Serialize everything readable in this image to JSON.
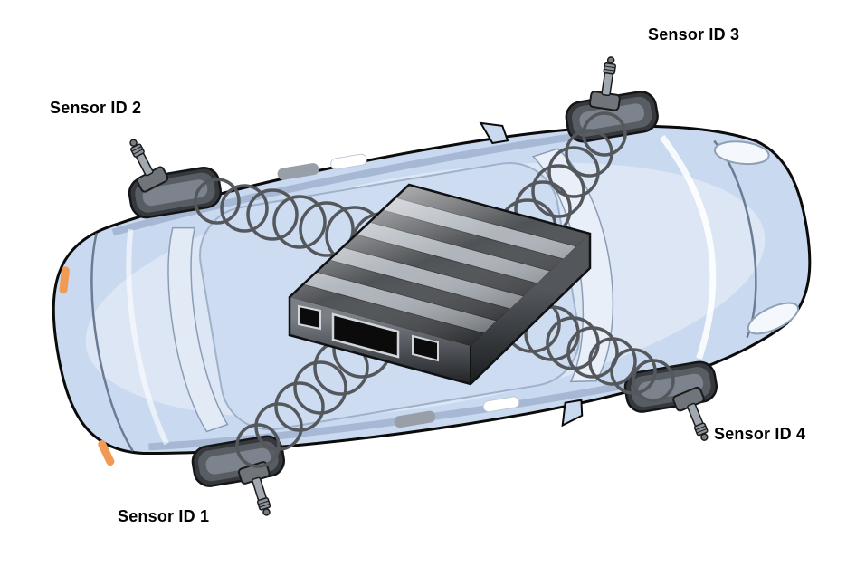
{
  "sensors": [
    {
      "label": "Sensor ID 1"
    },
    {
      "label": "Sensor ID 2"
    },
    {
      "label": "Sensor ID 3"
    },
    {
      "label": "Sensor ID 4"
    }
  ],
  "colors": {
    "background": "#ffffff",
    "car_body": "#c9d9ef",
    "car_outline": "#0b0b0b",
    "tire": "#35383d",
    "coil": "#54575b",
    "module_fin_dark": "#44474b",
    "module_fin_light": "#aab0b7",
    "connector": "#0b0b0c",
    "side_marker_orange": "#f09a55",
    "label_text": "#000000"
  }
}
